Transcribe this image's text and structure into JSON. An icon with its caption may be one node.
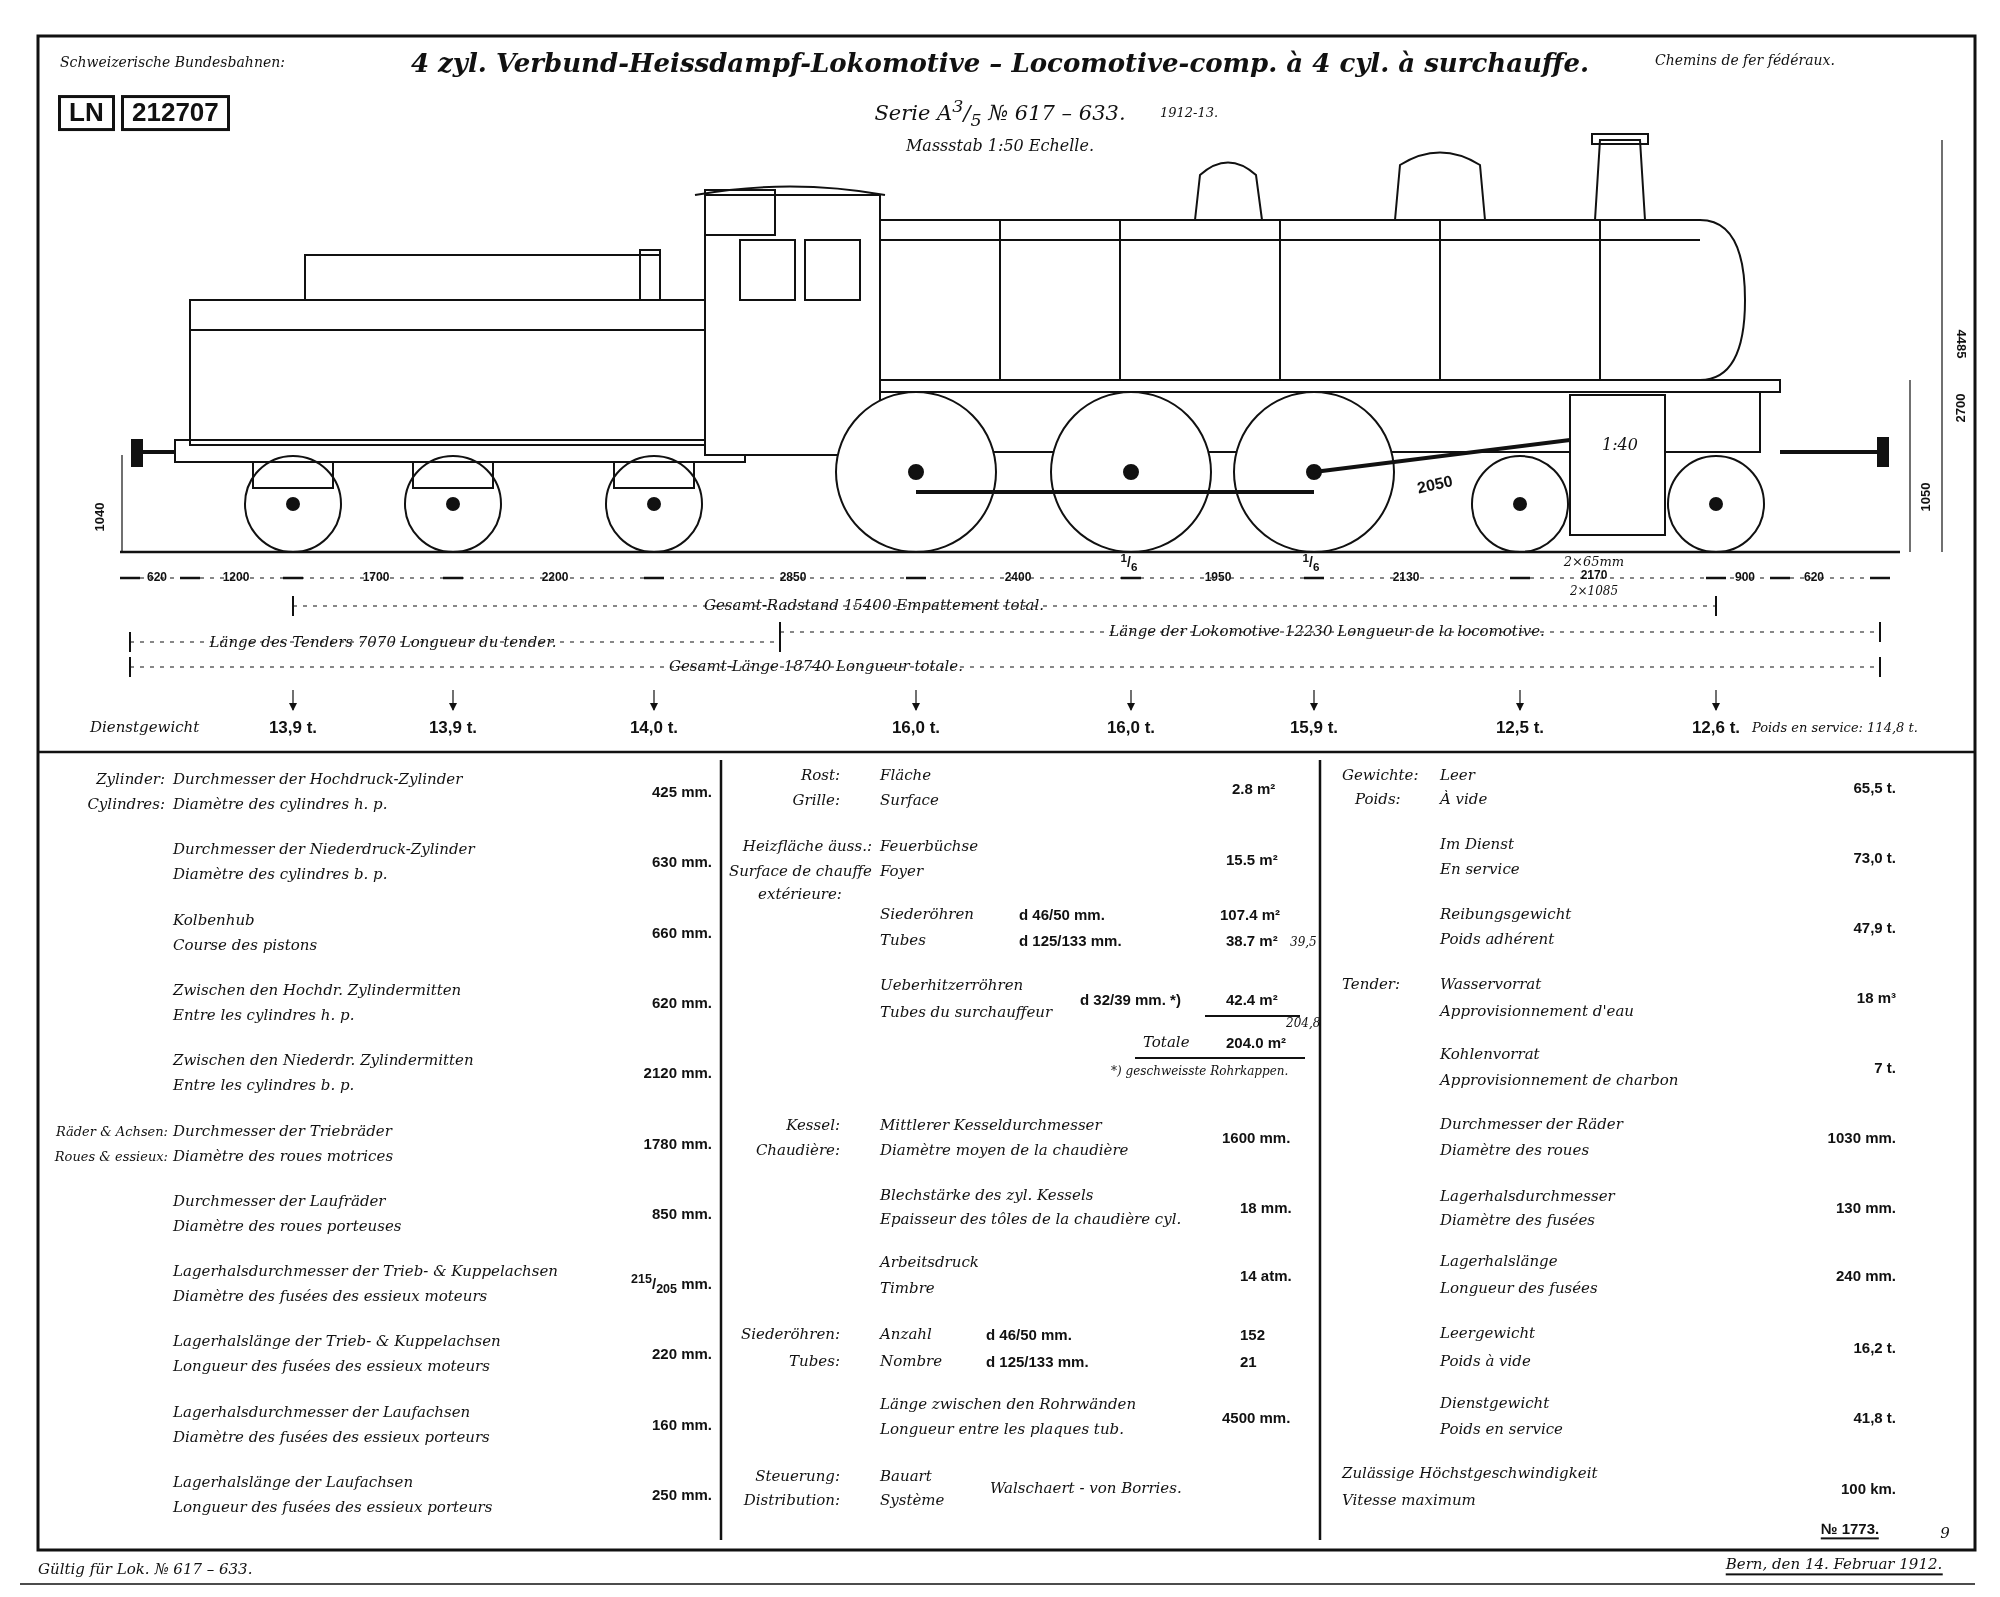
{
  "diagram": {
    "title": "4 zyl. Verbund-Heissdampf-Lokomotive – Locomotive-comp. à 4 cyl. à surchauffe.",
    "labels": [
      "Schweizerische Bundesbahnen:",
      "LN",
      "212707",
      "Chemins de fer fédéraux.",
      "Serie A$^{3}$/$_{5}$ № 617 – 633.",
      "1912-13.",
      "Massstab 1:50 Echelle.",
      "4485",
      "2700",
      "1040",
      "1050",
      "2050",
      "1:40",
      "$^{1}$/$_{6}$",
      "$^{1}$/$_{6}$",
      "2×65mm",
      "620",
      "1200",
      "1700",
      "2200",
      "2850",
      "2400",
      "1950",
      "2130",
      "2170",
      "2×1085",
      "900",
      "620",
      "Gesamt-Radstand 15400 Empattement total.",
      "Länge des Tenders 7070 Longueur du tender.",
      "Länge der Lokomotive 12230 Longueur de la locomotive.",
      "Gesamt-Länge 18740 Longueur totale.",
      "Dienstgewicht",
      "13,9 t.",
      "13,9 t.",
      "14,0 t.",
      "16,0 t.",
      "16,0 t.",
      "15,9 t.",
      "12,5 t.",
      "12,6 t.",
      "Poids en service: 114,8 t.",
      "Zylinder:",
      "Cylindres:",
      "Durchmesser der Hochdruck-Zylinder",
      "Diamètre des cylindres h. p.",
      "425 mm.",
      "Durchmesser der Niederdruck-Zylinder",
      "Diamètre des cylindres b. p.",
      "630 mm.",
      "Kolbenhub",
      "Course des pistons",
      "660 mm.",
      "Zwischen den Hochdr. Zylindermitten",
      "Entre les cylindres h. p.",
      "620 mm.",
      "Zwischen den Niederdr. Zylindermitten",
      "Entre les cylindres b. p.",
      "2120 mm.",
      "Räder & Achsen:",
      "Roues & essieux:",
      "Durchmesser der Triebräder",
      "Diamètre des roues motrices",
      "1780 mm.",
      "Durchmesser der Laufräder",
      "Diamètre des roues porteuses",
      "850 mm.",
      "Lagerhalsdurchmesser der Trieb- & Kuppelachsen",
      "Diamètre des fusées des essieux moteurs",
      "$^{215}$/$_{205}$ mm.",
      "Lagerhalslänge der Trieb- & Kuppelachsen",
      "Longueur des fusées des essieux moteurs",
      "220 mm.",
      "Lagerhalsdurchmesser der Laufachsen",
      "Diamètre des fusées des essieux porteurs",
      "160 mm.",
      "Lagerhalslänge der Laufachsen",
      "Longueur des fusées des essieux porteurs",
      "250 mm.",
      "Rost:",
      "Grille:",
      "Fläche",
      "Surface",
      "2.8 m²",
      "Heizfläche äuss.:",
      "Surface de chauffe",
      "extérieure:",
      "Feuerbüchse",
      "Foyer",
      "15.5 m²",
      "Siederöhren",
      "Tubes",
      "d 46/50 mm.",
      "d 125/133 mm.",
      "107.4 m²",
      "38.7 m²",
      "39,5",
      "Ueberhitzerröhren",
      "Tubes du surchauffeur",
      "d 32/39 mm. *)",
      "42.4 m²",
      "Totale",
      "204.0 m²",
      "204,8",
      "*) geschweisste Rohrkappen.",
      "Kessel:",
      "Chaudière:",
      "Mittlerer Kesseldurchmesser",
      "Diamètre moyen de la chaudière",
      "1600 mm.",
      "Blechstärke des zyl. Kessels",
      "Epaisseur des tôles de la chaudière cyl.",
      "18 mm.",
      "Arbeitsdruck",
      "Timbre",
      "14 atm.",
      "Siederöhren:",
      "Tubes:",
      "Anzahl",
      "Nombre",
      "d 46/50 mm.",
      "d 125/133 mm.",
      "152",
      "21",
      "Länge zwischen den Rohrwänden",
      "Longueur entre les plaques tub.",
      "4500 mm.",
      "Steuerung:",
      "Distribution:",
      "Bauart",
      "Système",
      "Walschaert - von Borries.",
      "Gewichte:",
      "Poids:",
      "Leer",
      "À vide",
      "65,5 t.",
      "Im Dienst",
      "En service",
      "73,0 t.",
      "Reibungsgewicht",
      "Poids adhérent",
      "47,9 t.",
      "Tender:",
      "Wasservorrat",
      "Approvisionnement d'eau",
      "18 m³",
      "Kohlenvorrat",
      "Approvisionnement de charbon",
      "7 t.",
      "Durchmesser der Räder",
      "Diamètre des roues",
      "1030 mm.",
      "Lagerhalsdurchmesser",
      "Diamètre des fusées",
      "130 mm.",
      "Lagerhalslänge",
      "Longueur des fusées",
      "240 mm.",
      "Leergewicht",
      "Poids à vide",
      "16,2 t.",
      "Dienstgewicht",
      "Poids en service",
      "41,8 t.",
      "Zulässige Höchstgeschwindigkeit",
      "Vitesse maximum",
      "100 km.",
      "№ 1773.",
      "9",
      "Gültig für Lok. № 617 – 633.",
      "Bern, den 14. Februar 1912."
    ]
  }
}
